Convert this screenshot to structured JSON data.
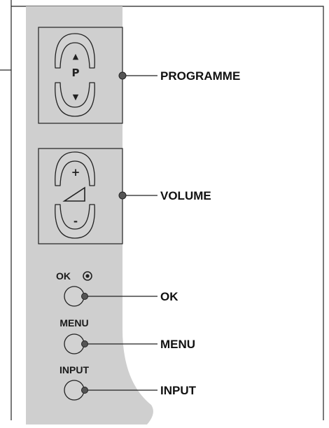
{
  "colors": {
    "panel": "#cfcfcf",
    "button_fill": "#d2d2d2",
    "outline": "#222222",
    "dot": "#555555"
  },
  "programme_group": {
    "up_symbol": "▲",
    "center_label": "P",
    "down_symbol": "▼",
    "callout": "PROGRAMME"
  },
  "volume_group": {
    "up_symbol": "+",
    "center_icon": "volume-ramp-icon",
    "down_symbol": "-",
    "callout": "VOLUME"
  },
  "ok_button": {
    "label": "OK",
    "icon": "ok-circle-icon",
    "callout": "OK"
  },
  "menu_button": {
    "label": "MENU",
    "callout": "MENU"
  },
  "input_button": {
    "label": "INPUT",
    "callout": "INPUT"
  }
}
